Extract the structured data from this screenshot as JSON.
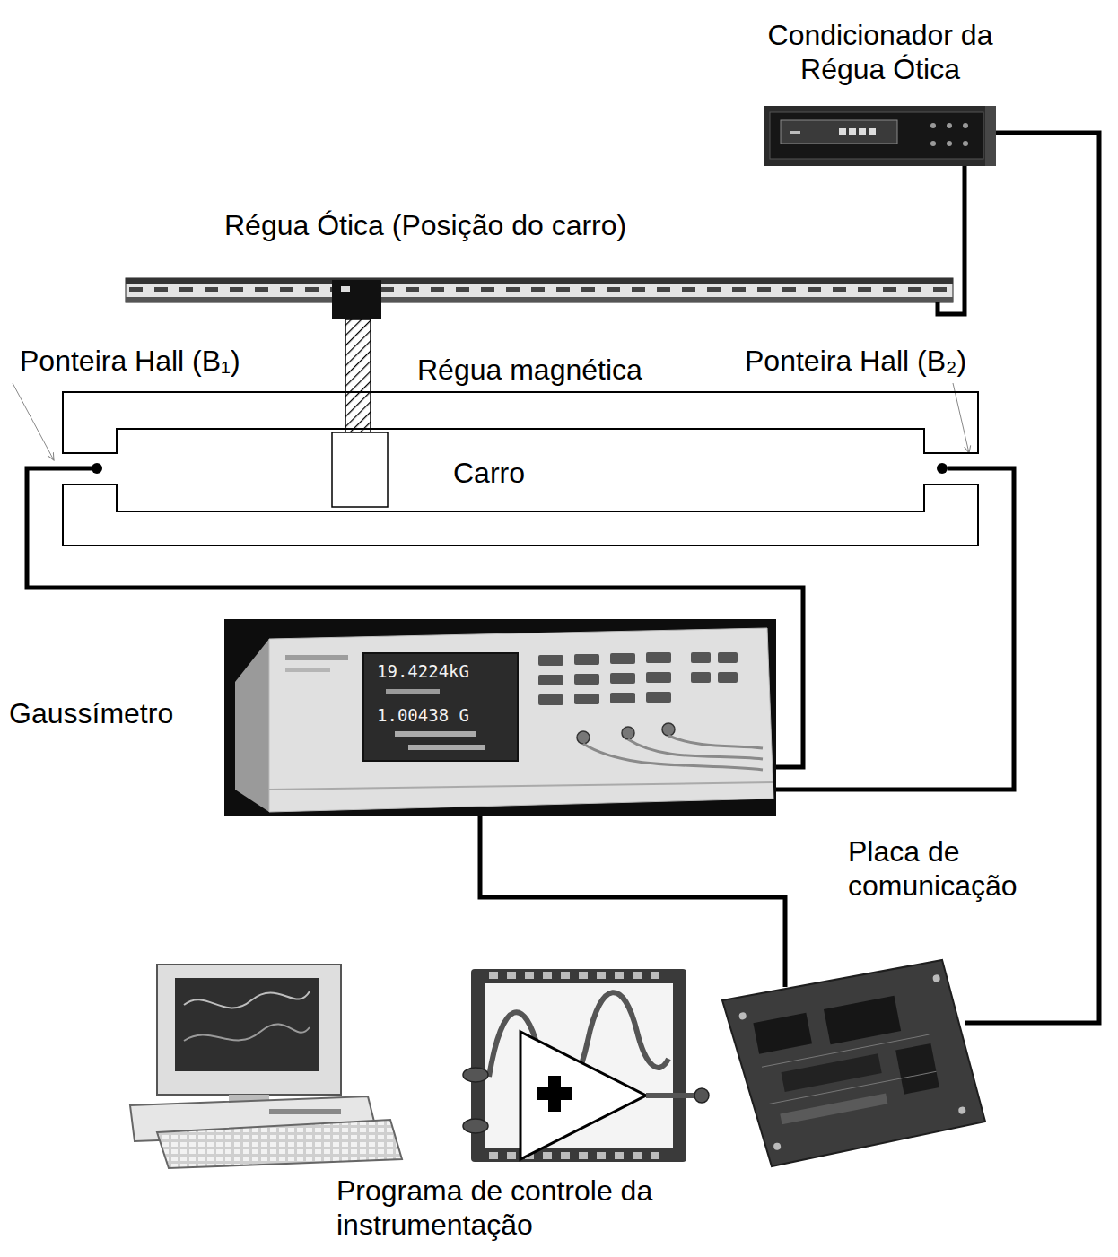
{
  "diagram": {
    "nodes": [
      {
        "text": [
          "Condicionador da Régua Ótica"
        ]
      },
      {
        "text": [
          "Régua Ótica (Posição do carro)"
        ]
      },
      {
        "text": [
          "Régua magnética"
        ]
      },
      {
        "text": [
          "Ponteira Hall (B₁)"
        ],
        "in": 2
      },
      {
        "text": [
          "Ponteira Hall (B₂)"
        ],
        "in": 2
      },
      {
        "text": [
          "Carro"
        ],
        "in": 2
      },
      {
        "text": [
          "Gaussímetro"
        ]
      },
      {
        "text": [
          "Placa de comunicação"
        ]
      },
      {
        "text": [
          "Programa de controle da instrumentação"
        ]
      }
    ],
    "edges": [
      {
        "from": 0,
        "to": 1,
        "arrow": "none"
      },
      {
        "from": 3,
        "to": 6,
        "arrow": "none"
      },
      {
        "from": 4,
        "to": 6,
        "arrow": "none"
      },
      {
        "from": 6,
        "to": 7,
        "arrow": "none"
      },
      {
        "from": 0,
        "to": 7,
        "arrow": "none"
      }
    ],
    "labels": [
      "19.4224kG",
      "1.00438 G"
    ]
  }
}
